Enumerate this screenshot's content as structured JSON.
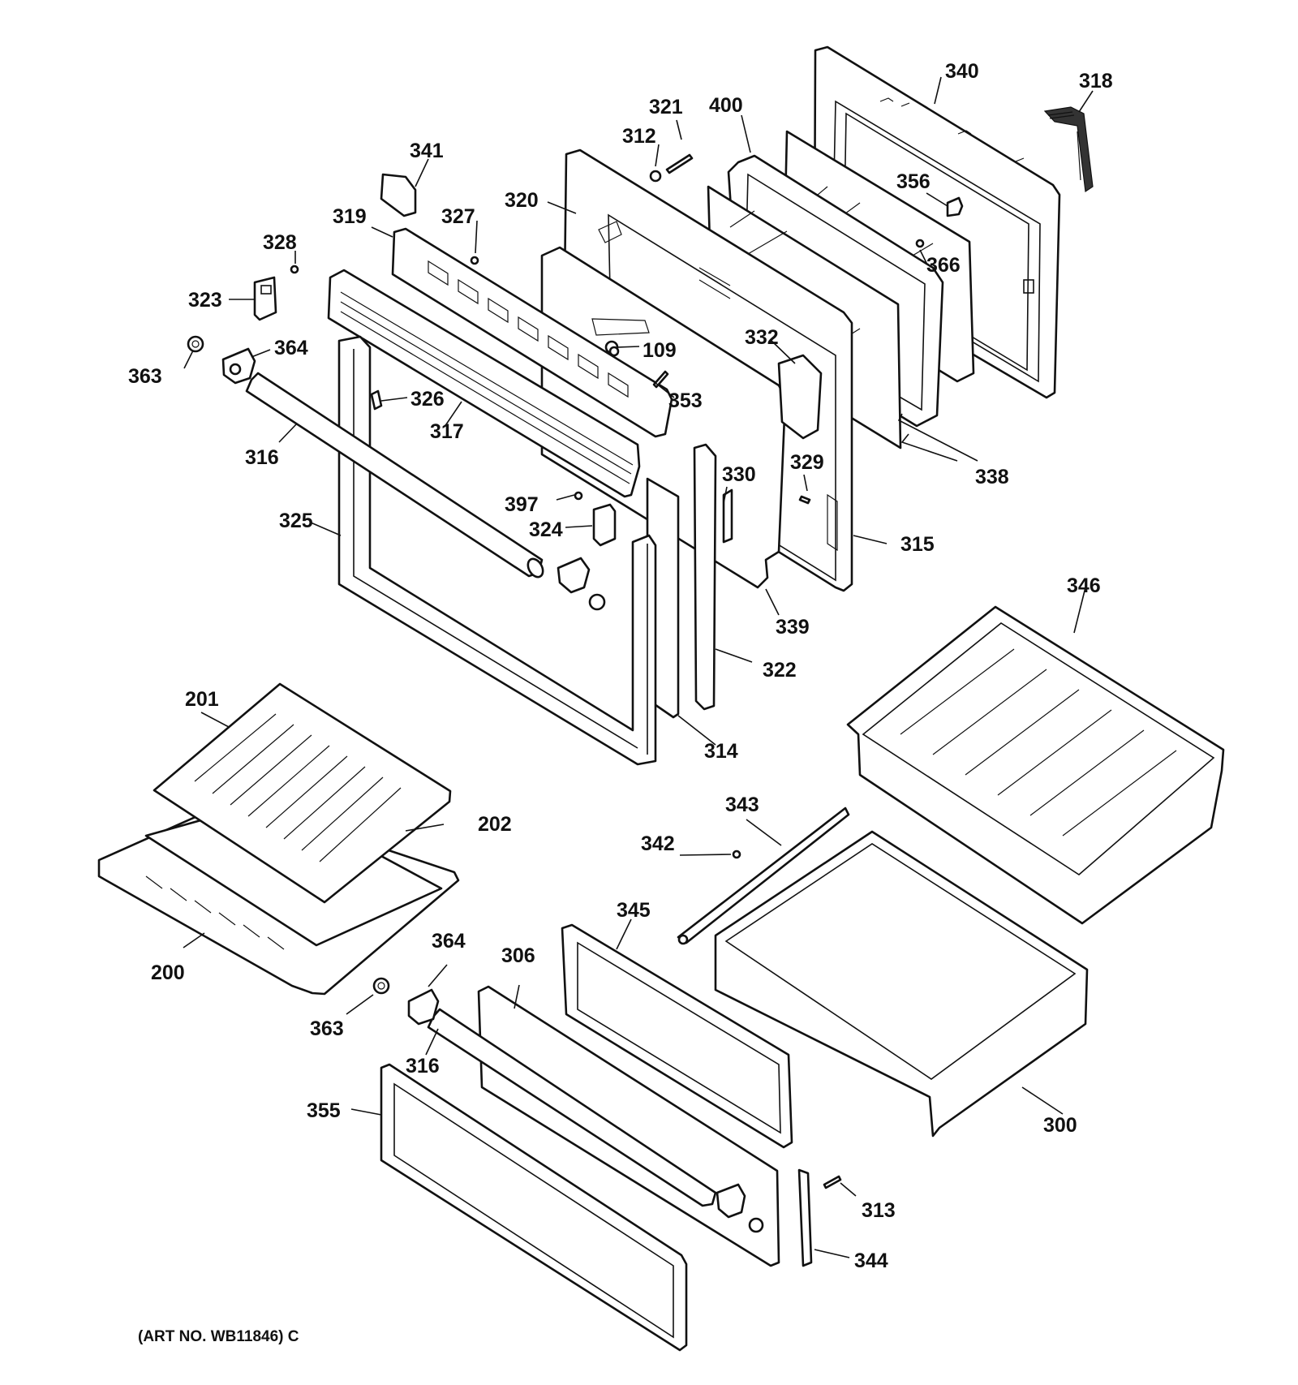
{
  "diagram": {
    "art_number": "(ART NO. WB11846) C",
    "callouts": [
      {
        "id": "c340",
        "label": "340"
      },
      {
        "id": "c318",
        "label": "318"
      },
      {
        "id": "c321",
        "label": "321"
      },
      {
        "id": "c400",
        "label": "400"
      },
      {
        "id": "c312",
        "label": "312"
      },
      {
        "id": "c341",
        "label": "341"
      },
      {
        "id": "c356",
        "label": "356"
      },
      {
        "id": "c320",
        "label": "320"
      },
      {
        "id": "c327",
        "label": "327"
      },
      {
        "id": "c319",
        "label": "319"
      },
      {
        "id": "c366",
        "label": "366"
      },
      {
        "id": "c328",
        "label": "328"
      },
      {
        "id": "c323",
        "label": "323"
      },
      {
        "id": "c332",
        "label": "332"
      },
      {
        "id": "c364a",
        "label": "364"
      },
      {
        "id": "c109",
        "label": "109"
      },
      {
        "id": "c363a",
        "label": "363"
      },
      {
        "id": "c326",
        "label": "326"
      },
      {
        "id": "c353",
        "label": "353"
      },
      {
        "id": "c317",
        "label": "317"
      },
      {
        "id": "c316a",
        "label": "316"
      },
      {
        "id": "c338",
        "label": "338"
      },
      {
        "id": "c329",
        "label": "329"
      },
      {
        "id": "c330",
        "label": "330"
      },
      {
        "id": "c397",
        "label": "397"
      },
      {
        "id": "c325",
        "label": "325"
      },
      {
        "id": "c324",
        "label": "324"
      },
      {
        "id": "c315",
        "label": "315"
      },
      {
        "id": "c346",
        "label": "346"
      },
      {
        "id": "c339",
        "label": "339"
      },
      {
        "id": "c322",
        "label": "322"
      },
      {
        "id": "c201",
        "label": "201"
      },
      {
        "id": "c314",
        "label": "314"
      },
      {
        "id": "c343",
        "label": "343"
      },
      {
        "id": "c202",
        "label": "202"
      },
      {
        "id": "c342",
        "label": "342"
      },
      {
        "id": "c345",
        "label": "345"
      },
      {
        "id": "c364b",
        "label": "364"
      },
      {
        "id": "c306",
        "label": "306"
      },
      {
        "id": "c200",
        "label": "200"
      },
      {
        "id": "c363b",
        "label": "363"
      },
      {
        "id": "c316b",
        "label": "316"
      },
      {
        "id": "c300",
        "label": "300"
      },
      {
        "id": "c355",
        "label": "355"
      },
      {
        "id": "c313",
        "label": "313"
      },
      {
        "id": "c344",
        "label": "344"
      }
    ]
  }
}
